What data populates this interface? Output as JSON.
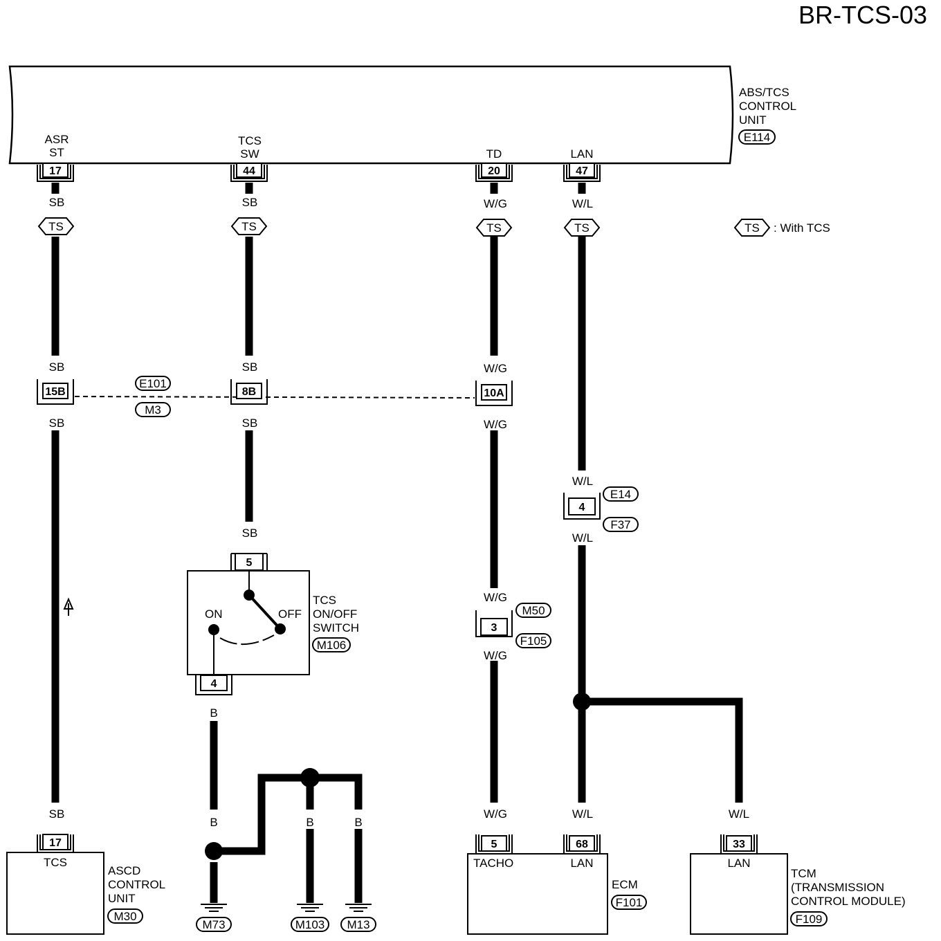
{
  "title": "BR-TCS-03",
  "abs_unit": {
    "line1": "ABS/TCS",
    "line2": "CONTROL",
    "line3": "UNIT",
    "code": "E114"
  },
  "pins": {
    "asr_st": {
      "l1": "ASR",
      "l2": "ST",
      "num": "17"
    },
    "tcs_sw": {
      "l1": "TCS",
      "l2": "SW",
      "num": "44"
    },
    "td": {
      "l1": "TD",
      "num": "20"
    },
    "lan": {
      "l1": "LAN",
      "num": "47"
    }
  },
  "legend": {
    "symbol": "TS",
    "text": ": With TCS"
  },
  "wires": {
    "sb": "SB",
    "wg": "W/G",
    "wl": "W/L",
    "b": "B"
  },
  "joint": {
    "c1": "15B",
    "c2": "8B",
    "c3": "10A",
    "top": "E101",
    "bottom": "M3"
  },
  "conn_e14": {
    "num": "4",
    "top": "E14",
    "bottom": "F37"
  },
  "conn_m50": {
    "num": "3",
    "top": "M50",
    "bottom": "F105"
  },
  "tcs_switch": {
    "pin_top": "5",
    "pin_bottom": "4",
    "on": "ON",
    "off": "OFF",
    "line1": "TCS",
    "line2": "ON/OFF",
    "line3": "SWITCH",
    "code": "M106"
  },
  "ascd": {
    "pin": "17",
    "term": "TCS",
    "line1": "ASCD",
    "line2": "CONTROL",
    "line3": "UNIT",
    "code": "M30"
  },
  "grounds": {
    "g1": "M73",
    "g2": "M103",
    "g3": "M13"
  },
  "ecm": {
    "pin1": "5",
    "term1": "TACHO",
    "pin2": "68",
    "term2": "LAN",
    "name": "ECM",
    "code": "F101"
  },
  "tcm": {
    "pin": "33",
    "term": "LAN",
    "line1": "TCM",
    "line2": "(TRANSMISSION",
    "line3": "CONTROL MODULE)",
    "code": "F109"
  }
}
